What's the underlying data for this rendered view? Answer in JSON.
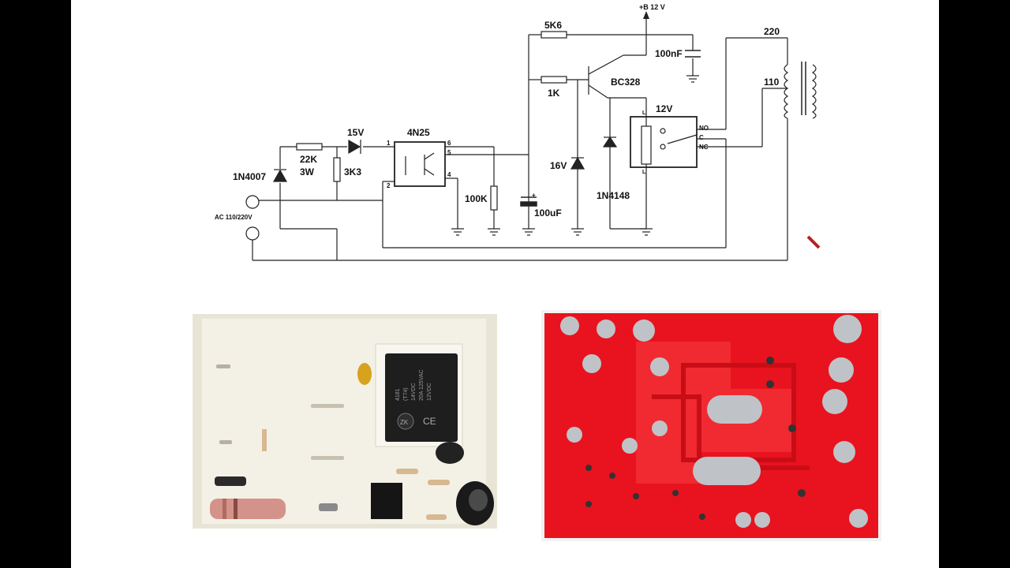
{
  "schematic": {
    "supply": "+B 12 V",
    "labels": {
      "r_5k6": "5K6",
      "c_100nf": "100nF",
      "tap_220": "220",
      "tap_110": "110",
      "transistor": "BC328",
      "r_1k": "1K",
      "relay_voltage": "12V",
      "relay_no": "NO",
      "relay_c": "C",
      "relay_nc": "NC",
      "coil_l_top": "L",
      "coil_l_bottom": "L",
      "optocoupler": "4N25",
      "zener_15v": "15V",
      "r_22k": "22K",
      "r_22k_power": "3W",
      "r_3k3": "3K3",
      "diode_1n4007": "1N4007",
      "ac_input": "AC 110/220V",
      "pin_1": "1",
      "pin_2": "2",
      "pin_4": "4",
      "pin_5": "5",
      "pin_6": "6",
      "r_100k": "100K",
      "c_100uf": "100uF",
      "zener_16v": "16V",
      "diode_1n4148": "1N4148",
      "cap_plus": "+"
    }
  },
  "photos": {
    "relay_text": [
      "4181",
      "(T74)",
      "14VDC",
      "20A 125VAC",
      "12VDC"
    ],
    "relay_logo": "ZK",
    "relay_ce": "CE"
  },
  "colors": {
    "pcb_red": "#e8131e",
    "board_cream": "#ece9dc",
    "wire": "#1a1a1a"
  }
}
